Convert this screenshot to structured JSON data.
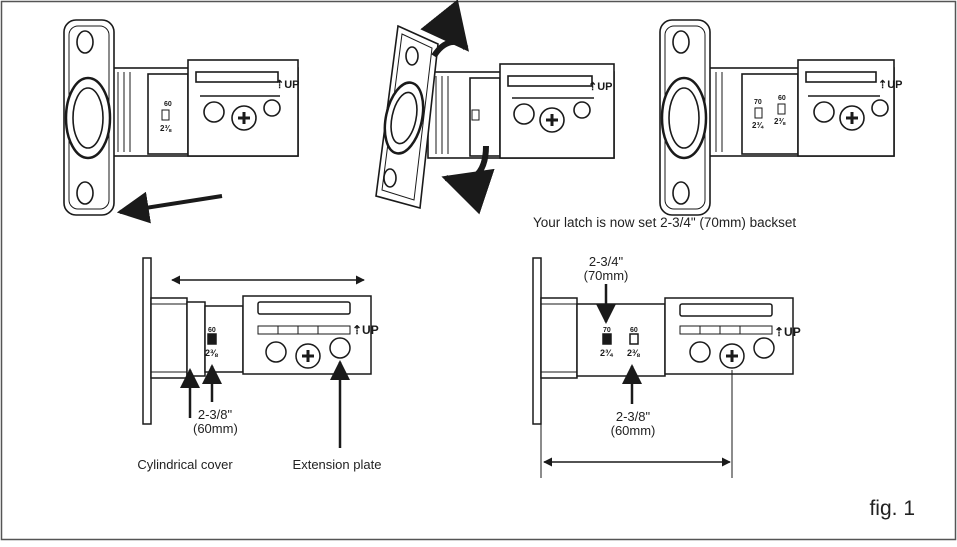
{
  "caption": "Your latch is now set 2-3/4\" (70mm) backset",
  "figure_label": "fig. 1",
  "labels": {
    "left_measure": "2-3/8\"",
    "left_measure_mm": "(60mm)",
    "cylindrical_cover": "Cylindrical cover",
    "extension_plate": "Extension plate",
    "right_top_measure": "2-3/4\"",
    "right_top_measure_mm": "(70mm)",
    "right_bottom_measure": "2-3/8\"",
    "right_bottom_measure_mm": "(60mm)"
  },
  "latch_marks": {
    "m60": "60",
    "m70": "70",
    "frac_238": "2⅜",
    "frac_234": "2¾",
    "up": "⇡UP"
  },
  "colors": {
    "line": "#1a1a1a",
    "frame": "#555555"
  }
}
